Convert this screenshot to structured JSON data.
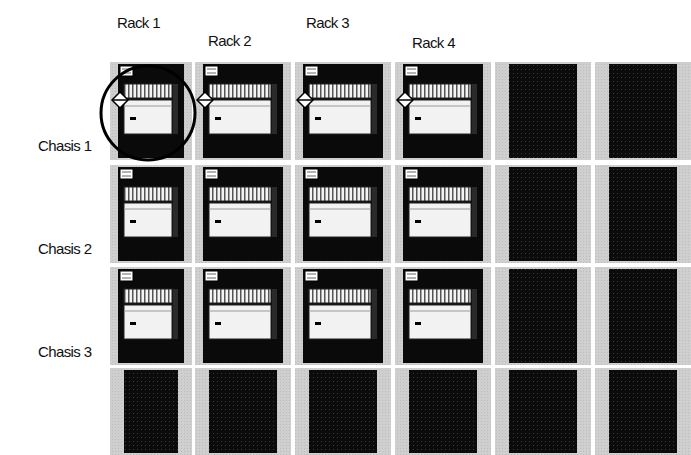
{
  "diagram": {
    "labels": [
      "Rack 1",
      "Rack 2",
      "Rack 3",
      "Rack 4",
      "Chasis 1",
      "Chasis 2",
      "Chasis 3"
    ]
  }
}
